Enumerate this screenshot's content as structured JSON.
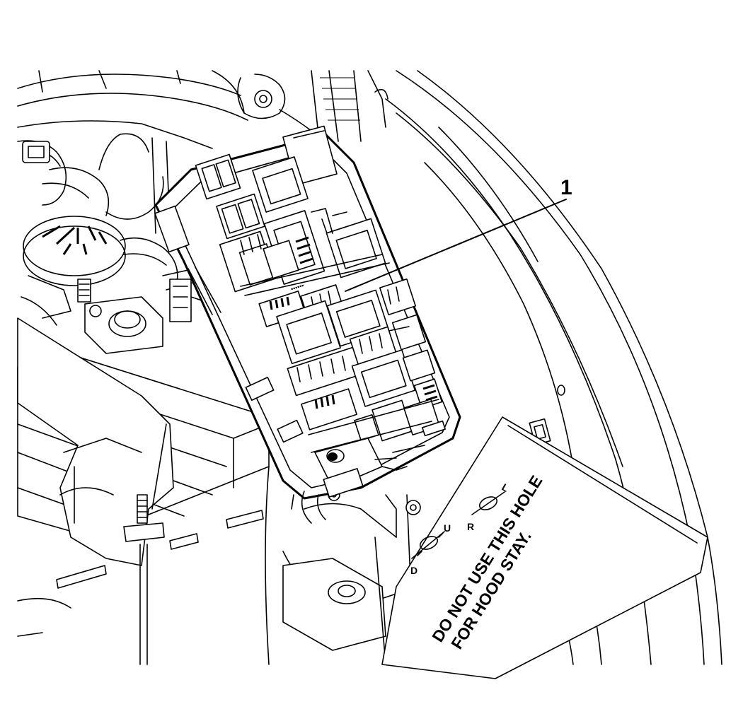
{
  "callouts": [
    {
      "id": "1",
      "label": "1",
      "target": "fuse-relay-box"
    }
  ],
  "decal": {
    "line1": "DO NOT USE THIS HOLE",
    "line2": "FOR HOOD STAY.",
    "marks": {
      "d": "D",
      "u": "U",
      "r": "R",
      "l": "L"
    }
  },
  "colors": {
    "ink": "#000000",
    "paper": "#ffffff"
  }
}
